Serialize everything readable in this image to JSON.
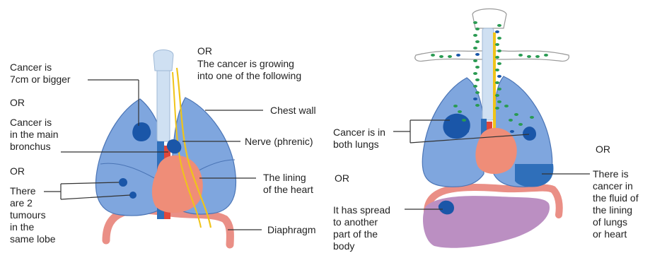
{
  "colors": {
    "lung": "#7fa6de",
    "lung_outline": "#4a74b5",
    "tumour": "#1a56a8",
    "heart": "#ef8d78",
    "aorta": "#e1473a",
    "vessel_blue": "#2f6fba",
    "nerve": "#f0c419",
    "diaphragm": "#ea8f86",
    "liver": "#bb8fc2",
    "lymph_node": "#2a9a52",
    "fluid": "#2f6fba",
    "trachea": "#cfe0f2"
  },
  "left_panel": {
    "size_label": "Cancer is\n7cm or bigger",
    "or_1": "OR",
    "bronchus_label": "Cancer is\nin the main\nbronchus",
    "or_2": "OR",
    "tumours_label": "There\nare 2\ntumours\nin the\nsame lobe",
    "or_top": "OR",
    "growing_label": "The cancer is growing\ninto one of the following",
    "chest_wall_label": "Chest wall",
    "nerve_label": "Nerve (phrenic)",
    "heart_lining_label": "The lining\nof the heart",
    "diaphragm_label": "Diaphragm"
  },
  "right_panel": {
    "both_lungs_label": "Cancer is in\nboth lungs",
    "or_mid": "OR",
    "spread_label": "It has spread\nto another\npart of the\nbody",
    "or_right": "OR",
    "fluid_label": "There is\ncancer in\nthe fluid of\nthe lining\nof lungs\nor heart"
  }
}
